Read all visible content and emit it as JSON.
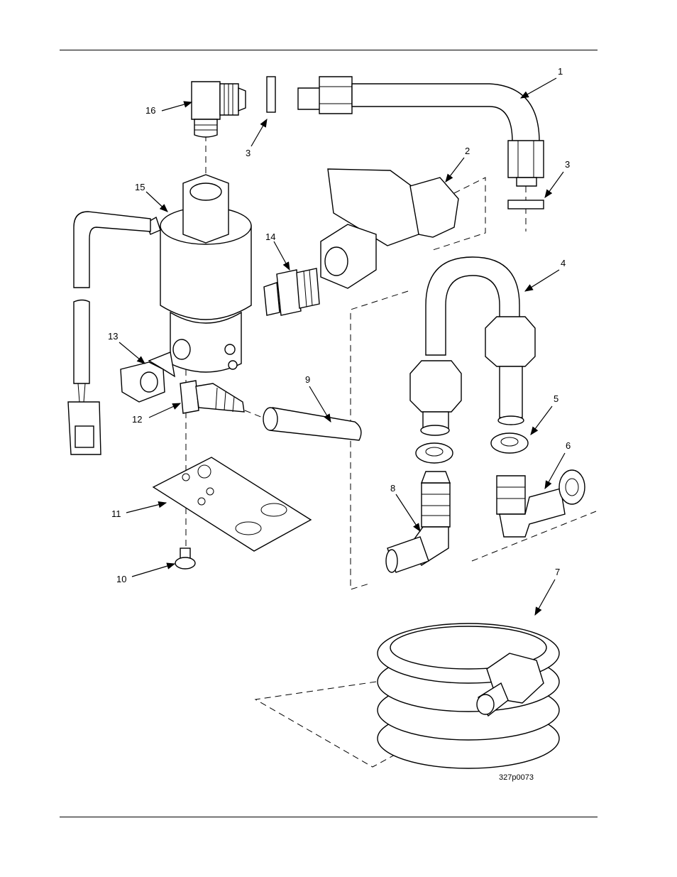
{
  "figure": {
    "id": "327p0073",
    "callouts": [
      "1",
      "2",
      "3",
      "3",
      "4",
      "5",
      "6",
      "7",
      "8",
      "9",
      "10",
      "11",
      "12",
      "13",
      "14",
      "15",
      "16"
    ]
  },
  "colors": {
    "line": "#000000",
    "background": "#ffffff"
  }
}
